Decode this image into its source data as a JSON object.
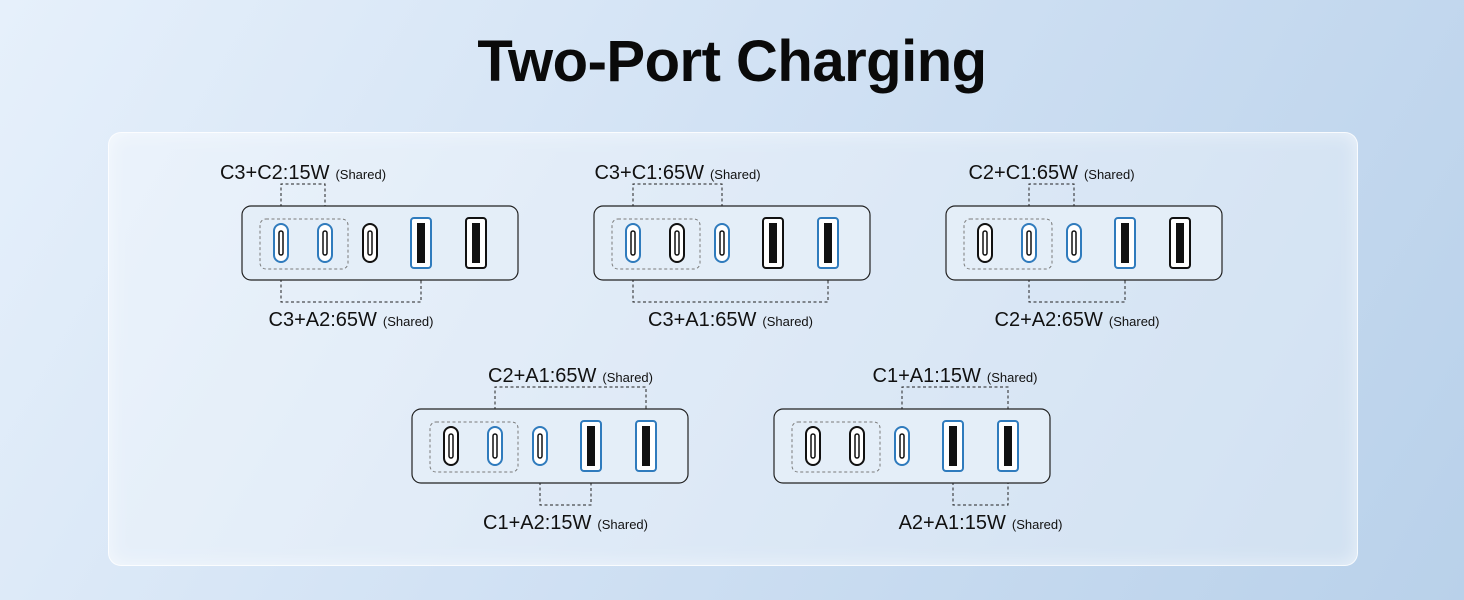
{
  "title": "Two-Port Charging",
  "shared_text": "(Shared)",
  "colors": {
    "accent": "#2f7bbd",
    "port": "#111111",
    "background": "#d3e3f4"
  },
  "port_order": [
    "C3",
    "C2",
    "C1",
    "A2",
    "A1"
  ],
  "units": [
    {
      "highlighted": [
        "C3",
        "C2",
        "A2"
      ],
      "top": {
        "combo": "C3+C2:15W",
        "ports": [
          "C3",
          "C2"
        ]
      },
      "bottom": {
        "combo": "C3+A2:65W",
        "ports": [
          "C3",
          "A2"
        ]
      }
    },
    {
      "highlighted": [
        "C3",
        "C1",
        "A1"
      ],
      "top": {
        "combo": "C3+C1:65W",
        "ports": [
          "C3",
          "C1"
        ]
      },
      "bottom": {
        "combo": "C3+A1:65W",
        "ports": [
          "C3",
          "A1"
        ]
      }
    },
    {
      "highlighted": [
        "C2",
        "C1",
        "A2"
      ],
      "top": {
        "combo": "C2+C1:65W",
        "ports": [
          "C2",
          "C1"
        ]
      },
      "bottom": {
        "combo": "C2+A2:65W",
        "ports": [
          "C2",
          "A2"
        ]
      }
    },
    {
      "highlighted": [
        "C2",
        "C1",
        "A2",
        "A1"
      ],
      "top": {
        "combo": "C2+A1:65W",
        "ports": [
          "C2",
          "A1"
        ]
      },
      "bottom": {
        "combo": "C1+A2:15W",
        "ports": [
          "C1",
          "A2"
        ]
      }
    },
    {
      "highlighted": [
        "C1",
        "A2",
        "A1"
      ],
      "top": {
        "combo": "C1+A1:15W",
        "ports": [
          "C1",
          "A1"
        ]
      },
      "bottom": {
        "combo": "A2+A1:15W",
        "ports": [
          "A2",
          "A1"
        ]
      }
    }
  ]
}
